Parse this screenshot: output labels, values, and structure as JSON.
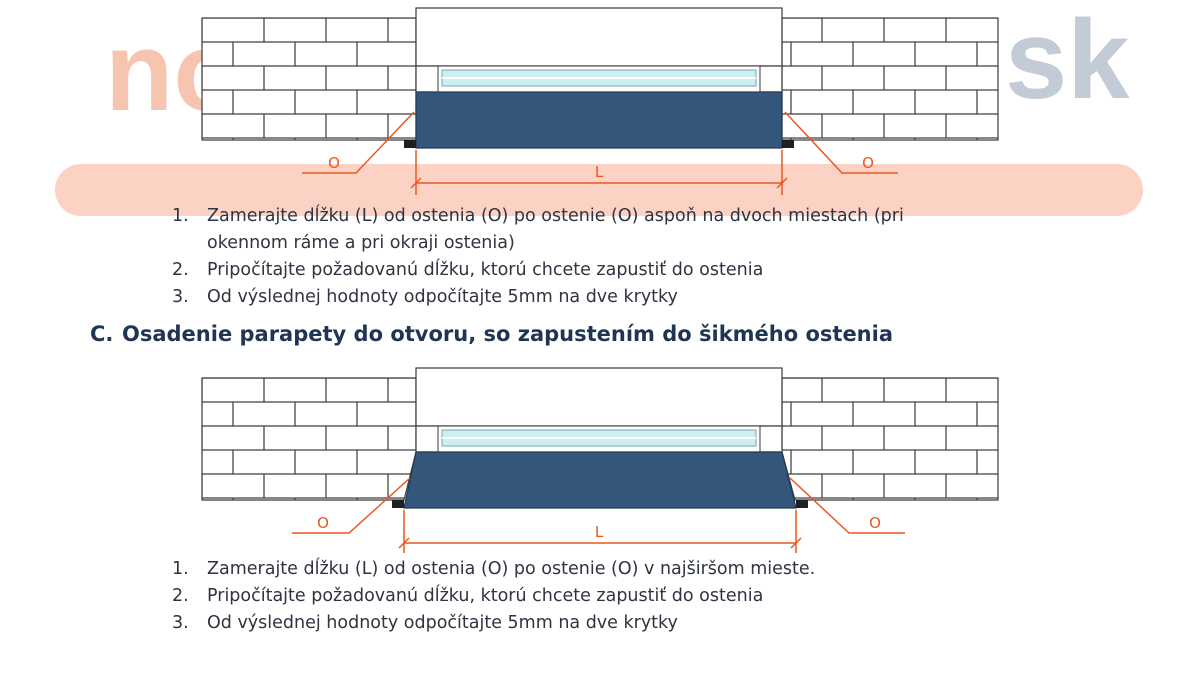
{
  "watermark": {
    "left": "no",
    "right": "sk"
  },
  "figure_labels": {
    "ostenie": "O",
    "length": "L"
  },
  "colors": {
    "parapet": "#34567a",
    "dimension": "#e8591f",
    "glass": "#cdeef2",
    "band": "#fbd2c4"
  },
  "section_b": {
    "steps": [
      {
        "num": "1.",
        "text": "Zamerajte dĺžku (L) od ostenia (O) po ostenie (O) aspoň na dvoch miestach (pri okennom ráme a pri okraji ostenia)"
      },
      {
        "num": "2.",
        "text": "Pripočítajte požadovanú dĺžku, ktorú chcete zapustiť do ostenia"
      },
      {
        "num": "3.",
        "text": "Od výslednej hodnoty odpočítajte 5mm na dve krytky"
      }
    ]
  },
  "section_c": {
    "letter": "C.",
    "title": "Osadenie parapety do otvoru, so zapustením do šikmého ostenia",
    "steps": [
      {
        "num": "1.",
        "text": "Zamerajte dĺžku (L) od ostenia (O) po ostenie (O) v najširšom mieste."
      },
      {
        "num": "2.",
        "text": "Pripočítajte požadovanú dĺžku, ktorú chcete zapustiť do ostenia"
      },
      {
        "num": "3.",
        "text": "Od výslednej hodnoty odpočítajte 5mm na dve krytky"
      }
    ]
  }
}
